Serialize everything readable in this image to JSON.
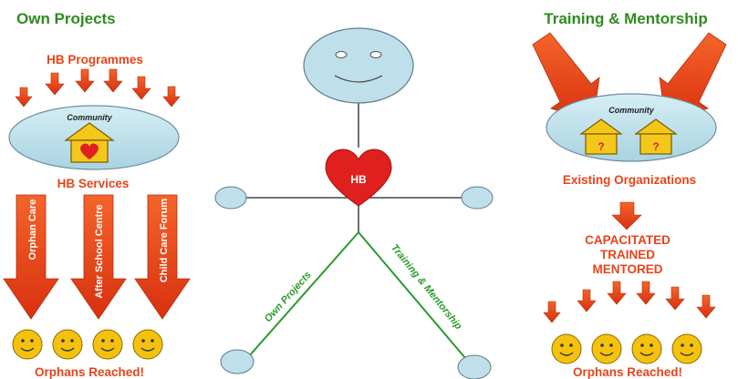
{
  "left": {
    "title": "Own Projects",
    "programmes_label": "HB Programmes",
    "community_label": "Community",
    "services_label": "HB Services",
    "services": [
      "Orphan Care",
      "After School Centre",
      "Child Care Forum"
    ],
    "reached_label": "Orphans Reached!"
  },
  "center": {
    "heart_label": "HB",
    "left_leg_label": "Own Projects",
    "right_leg_label": "Training & Mentorship"
  },
  "right": {
    "title": "Training & Mentorship",
    "community_label": "Community",
    "house_mark": "?",
    "existing_label": "Existing Organizations",
    "outcome_lines": [
      "CAPACITATED",
      "TRAINED",
      "MENTORED"
    ],
    "reached_label": "Orphans Reached!"
  },
  "colors": {
    "title_green": "#2e8b1e",
    "orange_text": "#e8431a",
    "arrow_red": "#e83a16",
    "ellipse_fill": "#bfe0ea",
    "heart_red": "#e0201e",
    "house_yellow": "#f3c81a",
    "smiley_yellow": "#f4c20d",
    "leg_green": "#2a9a2a"
  }
}
